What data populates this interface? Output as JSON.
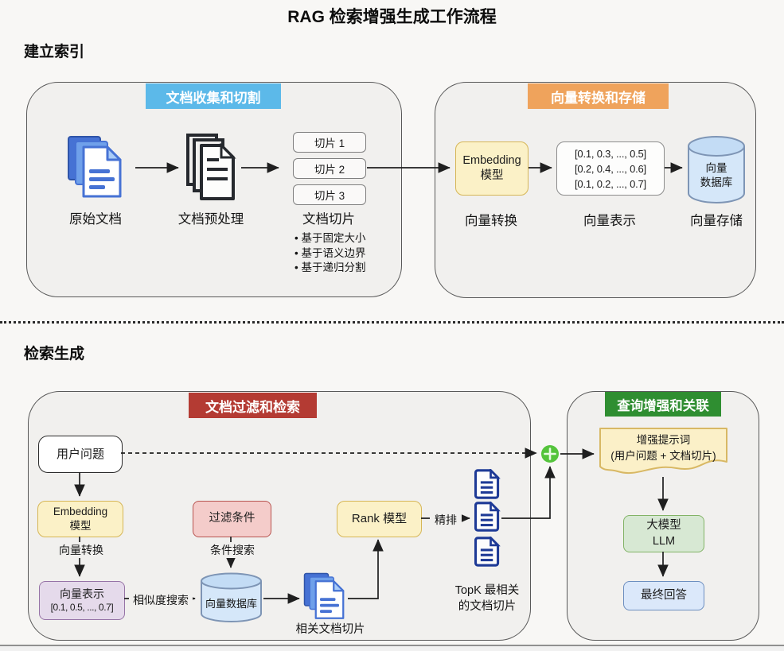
{
  "title": "RAG 检索增强生成工作流程",
  "sections": {
    "indexing_heading": "建立索引",
    "retrieval_heading": "检索生成"
  },
  "boxes": {
    "collect": {
      "header": "文档收集和切割",
      "source_label": "原始文档",
      "preprocess_label": "文档预处理",
      "slices": [
        "切片 1",
        "切片 2",
        "切片 3"
      ],
      "slices_label": "文档切片",
      "bullets": [
        "基于固定大小",
        "基于语义边界",
        "基于递归分割"
      ]
    },
    "vector_store": {
      "header": "向量转换和存储",
      "embedding_line1": "Embedding",
      "embedding_line2": "模型",
      "convert_label": "向量转换",
      "vectors": [
        "[0.1, 0.3, ..., 0.5]",
        "[0.2, 0.4, ..., 0.6]",
        "[0.1, 0.2, ..., 0.7]"
      ],
      "vectors_label": "向量表示",
      "db_line1": "向量",
      "db_line2": "数据库",
      "store_label": "向量存储"
    },
    "filter": {
      "header": "文档过滤和检索",
      "user_question": "用户问题",
      "embedding_line1": "Embedding",
      "embedding_line2": "模型",
      "convert_label": "向量转换",
      "vector_repr_title": "向量表示",
      "vector_repr_value": "[0.1, 0.5, ..., 0.7]",
      "similarity_label": "相似度搜索",
      "filter_condition": "过滤条件",
      "condition_label": "条件搜索",
      "db_label": "向量数据库",
      "related_label": "相关文档切片",
      "rank_model": "Rank 模型",
      "rerank_label": "精排",
      "topk_line1": "TopK 最相关",
      "topk_line2": "的文档切片"
    },
    "augment": {
      "header": "查询增强和关联",
      "prompt_line1": "增强提示词",
      "prompt_line2": "(用户问题 + 文档切片)",
      "llm_line1": "大模型",
      "llm_line2": "LLM",
      "answer": "最终回答"
    }
  },
  "colors": {
    "header_blue": "#5cb9e9",
    "header_orange": "#efa35c",
    "header_red": "#b43b33",
    "header_green": "#2f8e31",
    "panel_bg": "#f1f0ee",
    "yellow_fill": "#fbf1c7",
    "yellow_border": "#d6b656",
    "purple_fill": "#e5daeb",
    "pink_fill": "#f4ccca",
    "green_fill": "#d7e8d3",
    "blue_fill": "#dbe8fa",
    "cylinder_fill": "#d5e7f9",
    "plus_green": "#55c43c",
    "doc_blue": "#4672d4",
    "doc_navy": "#1e3a96"
  }
}
